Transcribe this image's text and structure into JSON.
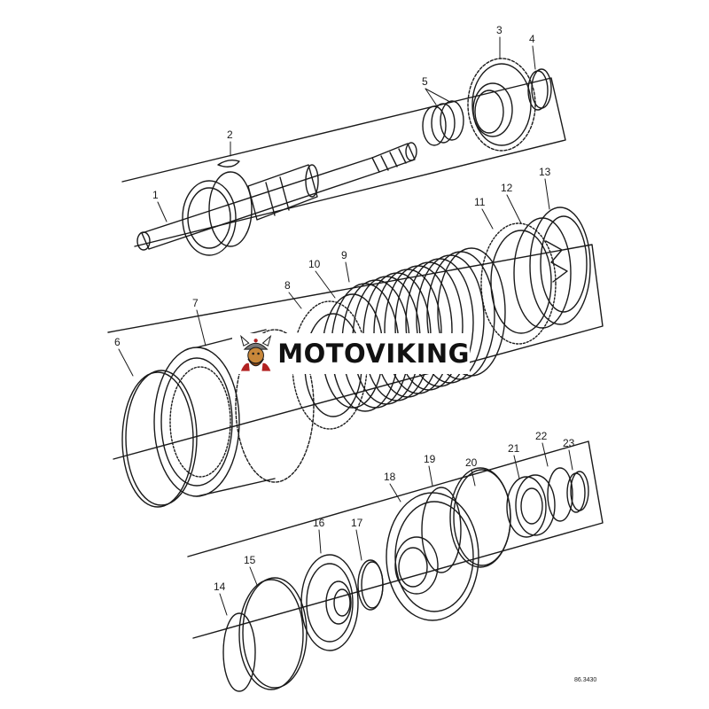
{
  "diagram": {
    "callouts": [
      "1",
      "2",
      "3",
      "4",
      "5",
      "6",
      "7",
      "8",
      "9",
      "10",
      "11",
      "12",
      "13",
      "14",
      "15",
      "16",
      "17",
      "18",
      "19",
      "20",
      "21",
      "22",
      "23"
    ],
    "reference_code": "86.3430"
  },
  "watermark": {
    "brand": "MOTOVIKING",
    "logo_icon": "viking-mascot-icon"
  },
  "colors": {
    "line": "#1a1a1a",
    "logo_face": "#c8873a",
    "logo_accent": "#b22222"
  }
}
